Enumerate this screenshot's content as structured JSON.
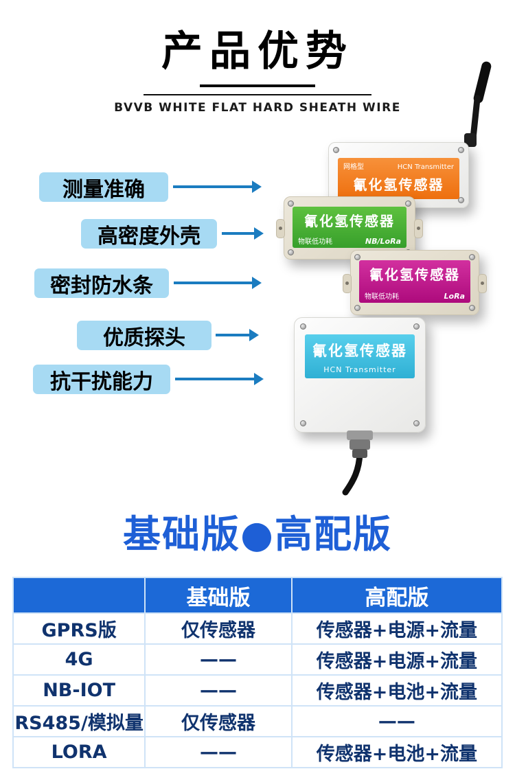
{
  "header": {
    "title": "产品优势",
    "subtitle": "BVVB WHITE FLAT HARD SHEATH WIRE"
  },
  "features": [
    {
      "label": "测量准确"
    },
    {
      "label": "高密度外壳"
    },
    {
      "label": "密封防水条"
    },
    {
      "label": "优质探头"
    },
    {
      "label": "抗干扰能力"
    }
  ],
  "devices": [
    {
      "badge": "网格型",
      "model": "HCN Transmitter",
      "name": "氰化氢传感器"
    },
    {
      "name": "氰化氢传感器",
      "tag_left": "物联低功耗",
      "tag_right": "NB/LoRa"
    },
    {
      "name": "氰化氢传感器",
      "tag_left": "物联低功耗",
      "tag_right": "LoRa"
    },
    {
      "name": "氰化氢传感器",
      "model": "HCN Transmitter"
    }
  ],
  "section2": {
    "title": "基础版●高配版"
  },
  "table": {
    "headers": [
      "",
      "基础版",
      "高配版"
    ],
    "rows": [
      [
        "GPRS版",
        "仅传感器",
        "传感器+电源+流量"
      ],
      [
        "4G",
        "——",
        "传感器+电源+流量"
      ],
      [
        "NB-IOT",
        "——",
        "传感器+电池+流量"
      ],
      [
        "RS485/模拟量",
        "仅传感器",
        "——"
      ],
      [
        "LORA",
        "——",
        "传感器+电池+流量"
      ]
    ]
  },
  "colors": {
    "feature_pill_bg": "#a7daf3",
    "arrow_blue": "#1b7cc0",
    "section_title_blue": "#1e5fd6",
    "table_header_bg": "#1c69d7",
    "table_text": "#10336e",
    "device_orange": "#ee6f0e",
    "device_green": "#379f2b",
    "device_magenta": "#ad0a7c",
    "device_cyan": "#2fb0d4"
  }
}
